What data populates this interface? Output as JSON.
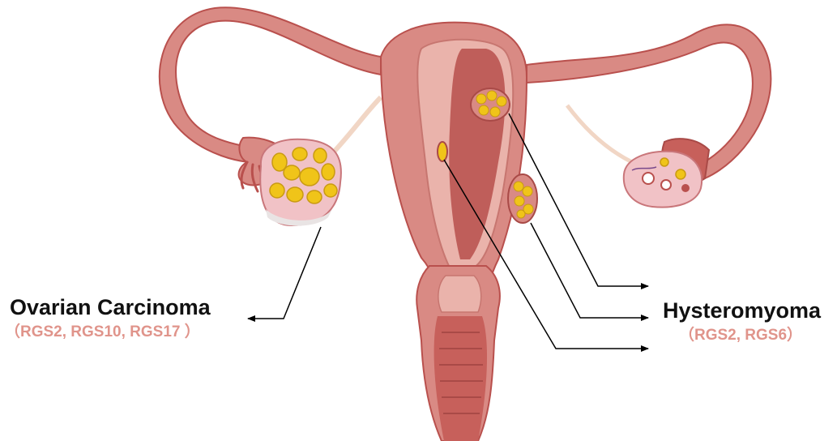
{
  "colors": {
    "tissue": "#d98a84",
    "tissue_dark": "#b9504d",
    "tissue_light": "#eab3ab",
    "cavity": "#bf5e5a",
    "tumor_fill": "#f0c419",
    "tumor_outline": "#c99a12",
    "ovary": "#f1c2c6",
    "genes_text": "#e0948b",
    "title_text": "#111111",
    "arrow": "#000000"
  },
  "labels": {
    "ovarian": {
      "title": "Ovarian Carcinoma",
      "genes": "（RGS2, RGS10, RGS17 ）"
    },
    "hysteromyoma": {
      "title": "Hysteromyoma",
      "genes": "（RGS2, RGS6）"
    }
  }
}
